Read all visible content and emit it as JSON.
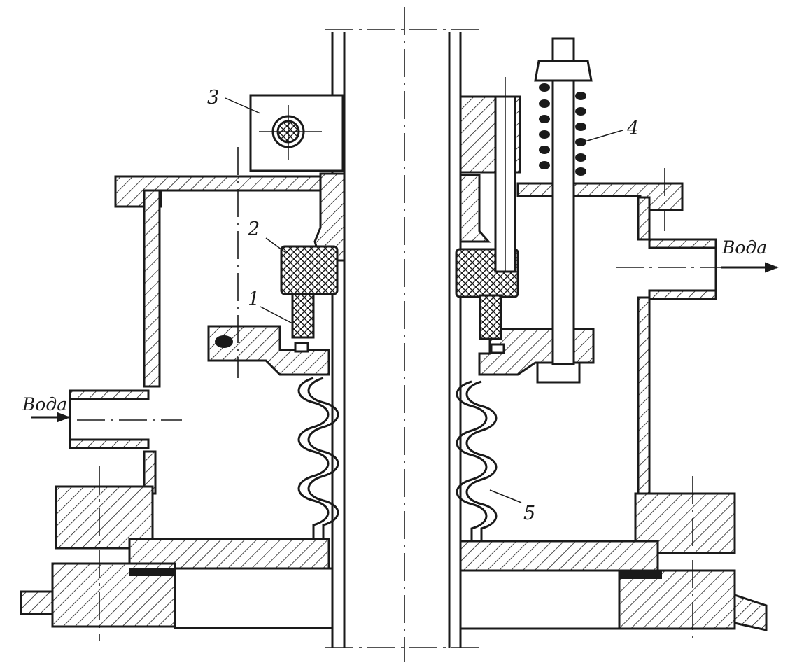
{
  "figure": {
    "callouts": [
      {
        "id": "1",
        "text": "1"
      },
      {
        "id": "2",
        "text": "2"
      },
      {
        "id": "3",
        "text": "3"
      },
      {
        "id": "4",
        "text": "4"
      },
      {
        "id": "5",
        "text": "5"
      }
    ],
    "water_in": "Вода",
    "water_out": "Вода"
  }
}
